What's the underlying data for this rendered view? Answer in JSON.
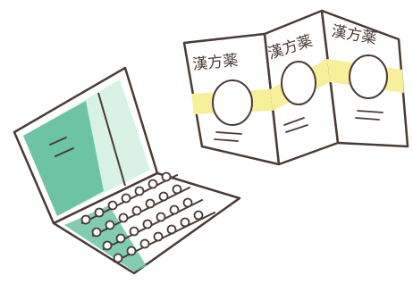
{
  "brochure": {
    "panels": [
      {
        "title": "漢方薬"
      },
      {
        "title": "漢方薬"
      },
      {
        "title": "漢方薬"
      }
    ]
  },
  "colors": {
    "outline": "#4a3b36",
    "screen_light": "#d8f3e6",
    "screen_dark": "#6cc4a4",
    "key_tint": "#6cc4a4",
    "band": "#f7ef9a",
    "paper": "#ffffff"
  }
}
